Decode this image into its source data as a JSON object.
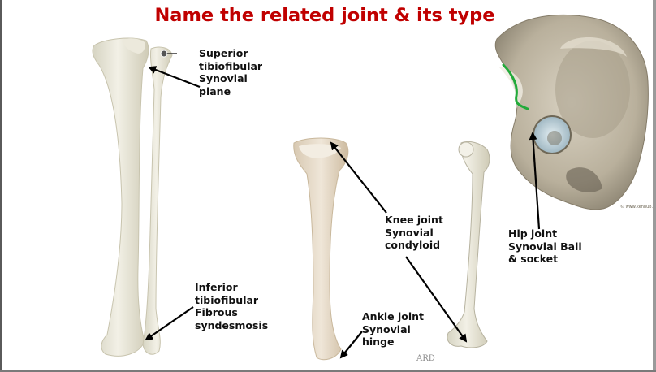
{
  "slide": {
    "title": "Name the related joint & its type",
    "labels": {
      "superior": [
        "Superior",
        "tibiofibular",
        "Synovial",
        "plane"
      ],
      "inferior": [
        "Inferior",
        "tibiofibular",
        "Fibrous",
        "syndesmosis"
      ],
      "knee": [
        "Knee joint",
        "Synovial",
        "condyloid"
      ],
      "ankle": [
        "Ankle joint",
        "Synovial",
        "hinge"
      ],
      "hip": [
        "Hip joint",
        "Synovial Ball",
        "& socket"
      ]
    },
    "image_watermark": "ARD",
    "colors": {
      "title": "#c00000",
      "label": "#111111",
      "arrow": "#000000",
      "bone": "#e9e6d6",
      "hip_outline": "#22aa3a"
    }
  }
}
